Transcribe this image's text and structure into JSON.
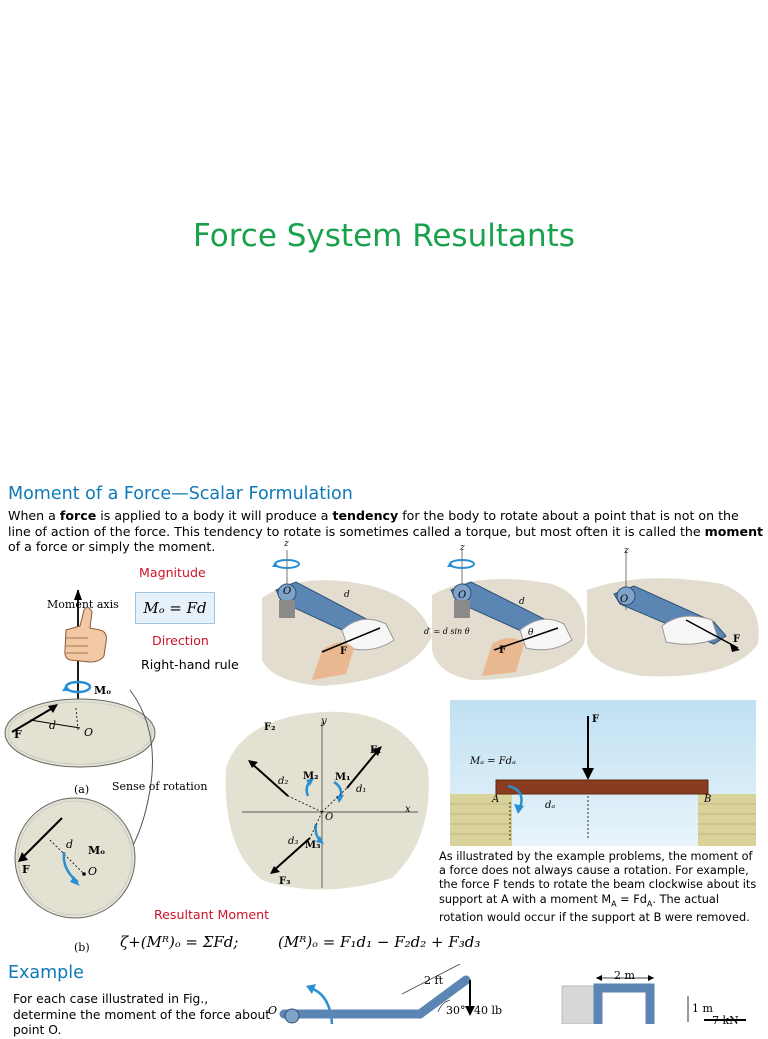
{
  "title": "Force System Resultants",
  "section": {
    "heading": "Moment of a Force—Scalar Formulation",
    "intro": {
      "p1": "When a ",
      "b1": "force",
      "p2": " is applied to a body it will produce a ",
      "b2": "tendency",
      "p3": " for the body to rotate about a point that is not on the line of action of the force. This tendency to rotate is sometimes called a torque, but most often it is called the ",
      "b3": "moment",
      "p4": " of a force or simply the moment."
    }
  },
  "labels": {
    "magnitude": "Magnitude",
    "formula": "Mₒ = Fd",
    "direction": "Direction",
    "right_hand_rule": "Right-hand rule",
    "moment_axis": "Moment axis",
    "sense_of_rotation": "Sense of rotation",
    "fig_a": "(a)",
    "fig_b": "(b)",
    "resultant_moment": "Resultant Moment",
    "resultant_eq1": "ζ+(Mᴿ)ₒ = ΣFd;",
    "resultant_eq2": "(Mᴿ)ₒ = F₁d₁ − F₂d₂ + F₃d₃"
  },
  "wrench": {
    "z": "z",
    "o": "O",
    "d": "d",
    "f": "F",
    "d_prime": "d′ = d sin θ",
    "theta": "θ"
  },
  "diagram_labels": {
    "mo": "Mₒ",
    "f": "F",
    "d": "d",
    "o": "O",
    "f1": "F₁",
    "f2": "F₂",
    "f3": "F₃",
    "m1": "M₁",
    "m2": "M₂",
    "m3": "M₃",
    "d1": "d₁",
    "d2": "d₂",
    "d3": "d₃",
    "x": "x",
    "y": "y"
  },
  "beam": {
    "f": "F",
    "ma": "Mₐ = Fdₐ",
    "a": "A",
    "b": "B",
    "da": "dₐ"
  },
  "beam_note": {
    "t1": "As illustrated by the example problems, the moment of a force does not always cause a rotation. For example, the force F tends to rotate the beam clockwise about its support at A with a moment M",
    "sub1": "A",
    "t2": " = Fd",
    "sub2": "A",
    "t3": ". The actual rotation would occur if the support at B were removed."
  },
  "example": {
    "heading": "Example",
    "text": "For each case illustrated in Fig., determine the moment of the force about point O.",
    "dim_2ft": "2 ft",
    "angle_30": "30°",
    "force_40lb": "40 lb",
    "dim_2m": "2 m",
    "dim_1m": "1 m",
    "force_7kn": "7 kN",
    "o": "O"
  },
  "colors": {
    "title_green": "#1aa14d",
    "heading_blue": "#0e79b8",
    "label_red": "#d0122a",
    "wrench_blue": "#5b86b4",
    "arrow_blue": "#2a8fd0"
  }
}
